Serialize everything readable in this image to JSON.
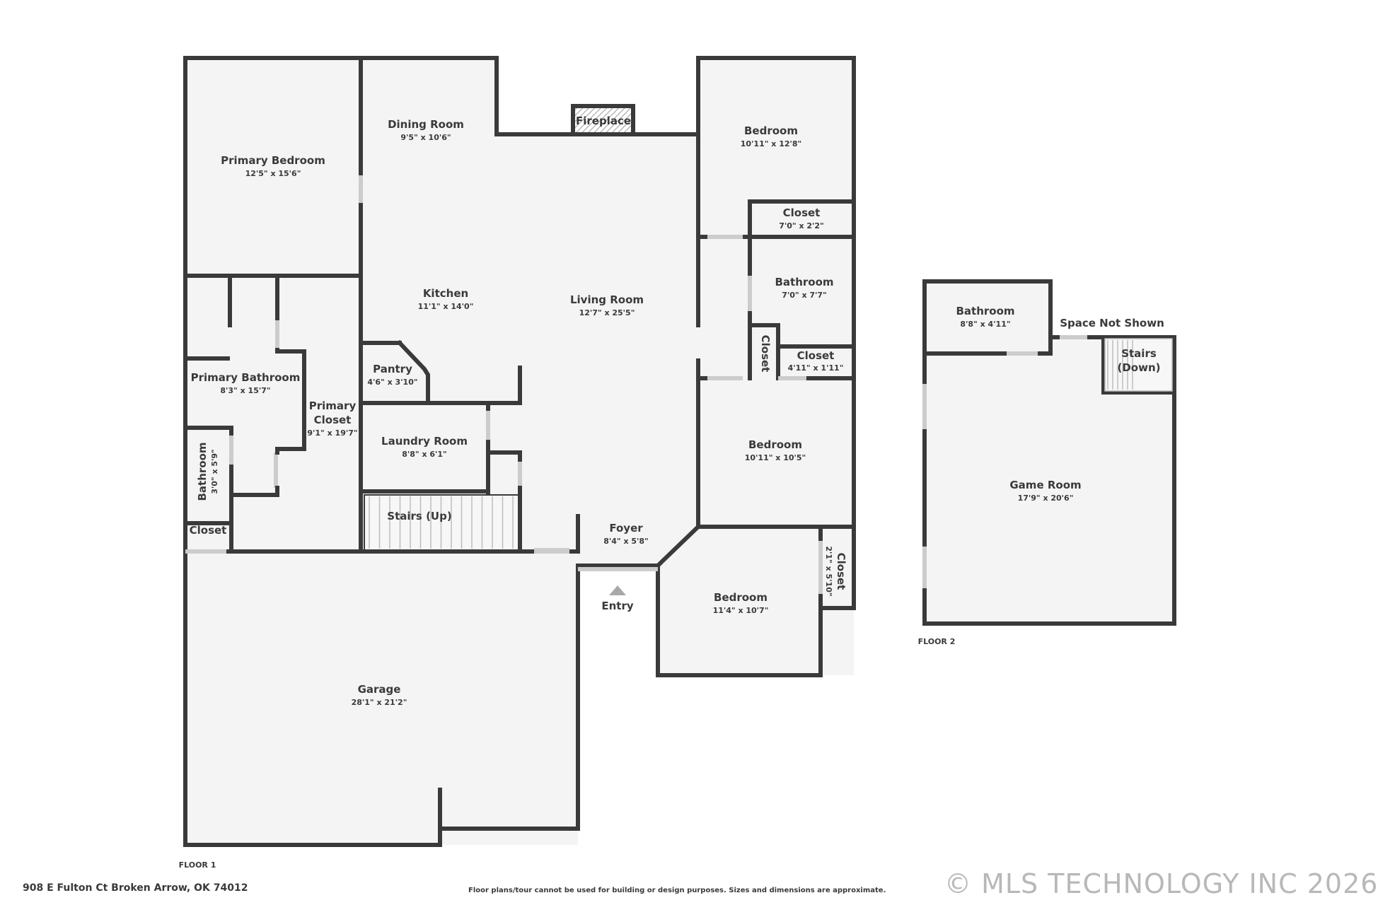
{
  "floor1": {
    "label": "FLOOR 1",
    "rooms": {
      "primary_bedroom": {
        "name": "Primary Bedroom",
        "dim": "12'5\" x 15'6\""
      },
      "dining_room": {
        "name": "Dining Room",
        "dim": "9'5\" x 10'6\""
      },
      "fireplace": {
        "name": "Fireplace"
      },
      "bedroom1": {
        "name": "Bedroom",
        "dim": "10'11\" x 12'8\""
      },
      "closet1": {
        "name": "Closet",
        "dim": "7'0\" x 2'2\""
      },
      "kitchen": {
        "name": "Kitchen",
        "dim": "11'1\" x 14'0\""
      },
      "living_room": {
        "name": "Living Room",
        "dim": "12'7\" x 25'5\""
      },
      "bathroom1": {
        "name": "Bathroom",
        "dim": "7'0\" x 7'7\""
      },
      "closet_vert": {
        "name": "Closet"
      },
      "closet2": {
        "name": "Closet",
        "dim": "4'11\" x 1'11\""
      },
      "pantry": {
        "name": "Pantry",
        "dim": "4'6\" x 3'10\""
      },
      "primary_bathroom": {
        "name": "Primary Bathroom",
        "dim": "8'3\" x 15'7\""
      },
      "primary_closet": {
        "name_line1": "Primary",
        "name_line2": "Closet",
        "dim": "9'1\" x 19'7\""
      },
      "laundry_room": {
        "name": "Laundry Room",
        "dim": "8'8\" x 6'1\""
      },
      "bedroom2": {
        "name": "Bedroom",
        "dim": "10'11\" x 10'5\""
      },
      "bathroom_small": {
        "name": "Bathroom",
        "dim": "3'0\" x 5'9\""
      },
      "stairs_up": {
        "name": "Stairs (Up)"
      },
      "foyer": {
        "name": "Foyer",
        "dim": "8'4\" x 5'8\""
      },
      "closet_left": {
        "name": "Closet"
      },
      "closet3": {
        "name": "Closet",
        "dim": "2'1\" x 5'10\""
      },
      "entry": {
        "name": "Entry"
      },
      "bedroom3": {
        "name": "Bedroom",
        "dim": "11'4\" x 10'7\""
      },
      "garage": {
        "name": "Garage",
        "dim": "28'1\" x 21'2\""
      }
    }
  },
  "floor2": {
    "label": "FLOOR 2",
    "rooms": {
      "bathroom": {
        "name": "Bathroom",
        "dim": "8'8\" x 4'11\""
      },
      "space_not_shown": {
        "name": "Space Not Shown"
      },
      "stairs_down": {
        "name_line1": "Stairs",
        "name_line2": "(Down)"
      },
      "game_room": {
        "name": "Game Room",
        "dim": "17'9\" x 20'6\""
      }
    }
  },
  "footer": {
    "address": "908 E Fulton Ct Broken Arrow, OK 74012",
    "disclaimer": "Floor plans/tour cannot be used for building or design purposes. Sizes and dimensions are approximate.",
    "copyright": "© MLS TECHNOLOGY INC 2026"
  },
  "colors": {
    "wall": "#3a3a3a",
    "floor_fill": "#f4f4f4",
    "window": "#cccccc",
    "watermark": "#b8b8b8"
  }
}
